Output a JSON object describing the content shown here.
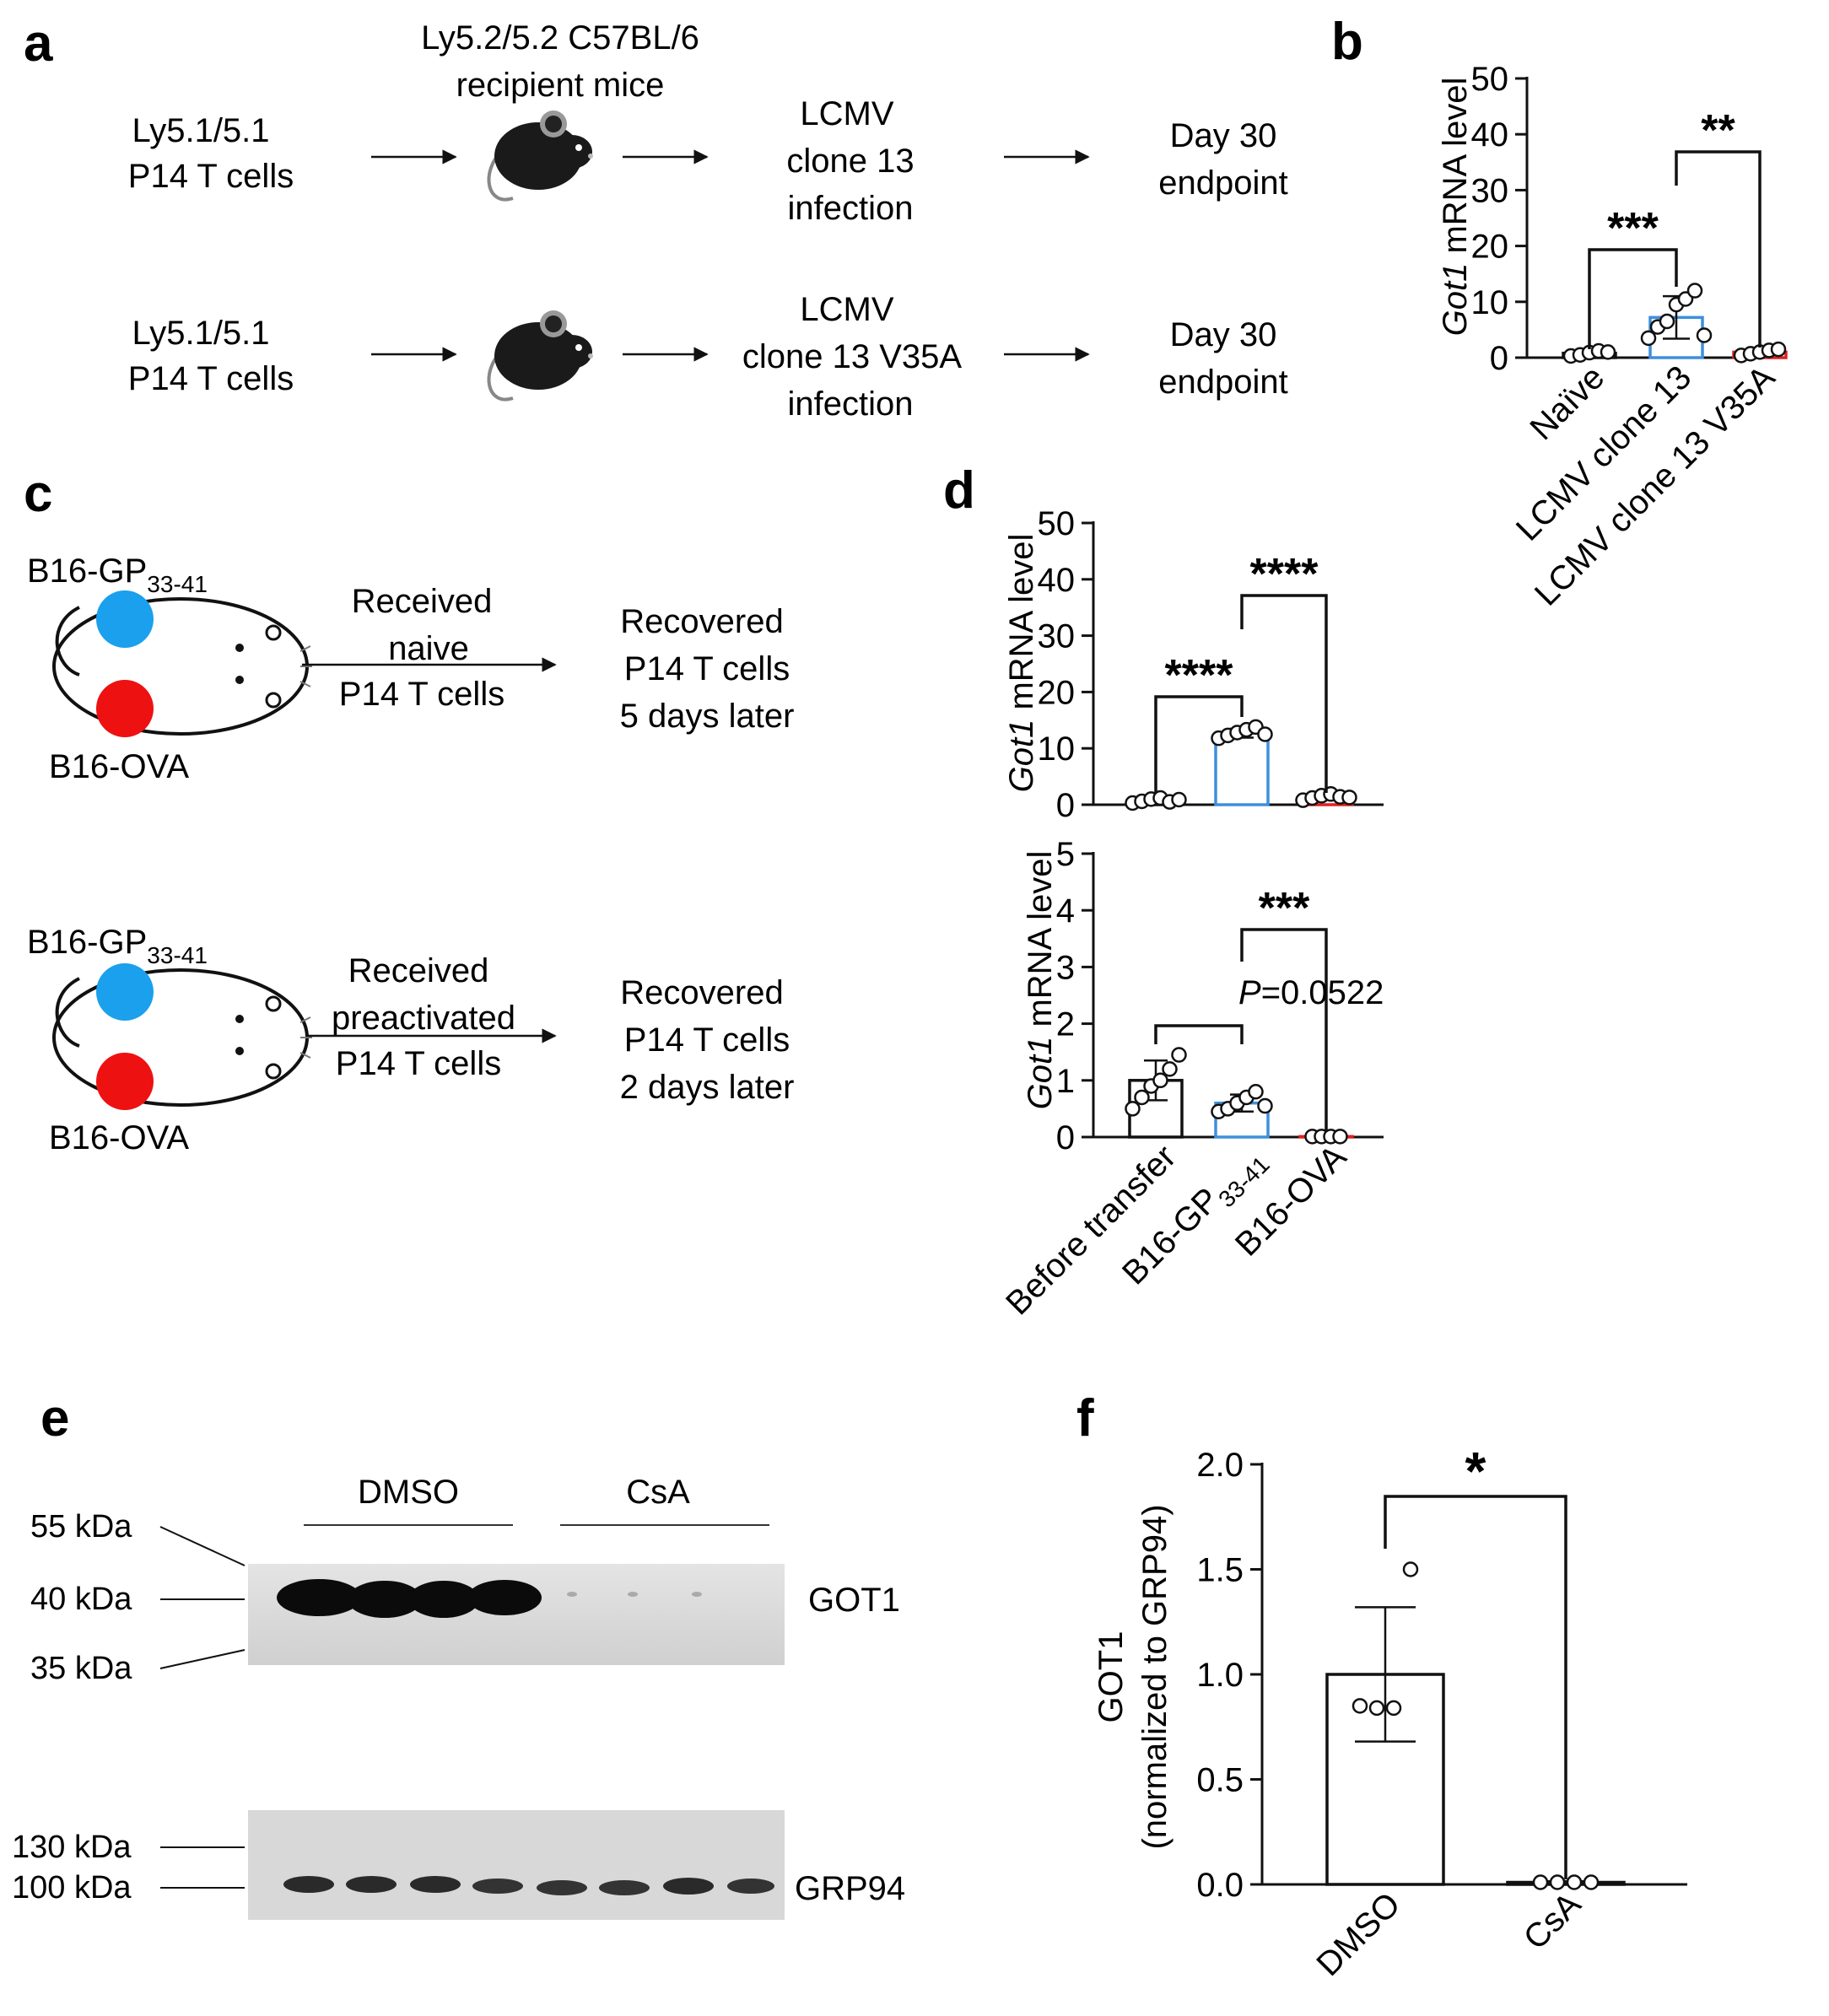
{
  "panels": {
    "a": {
      "letter": "a",
      "recipient_line1": "Ly5.2/5.2 C57BL/6",
      "recipient_line2": "recipient mice",
      "row1": {
        "cells_line1": "Ly5.1/5.1",
        "cells_line2": "P14 T cells",
        "infection": [
          "LCMV",
          "clone 13",
          "infection"
        ],
        "endpoint": [
          "Day 30",
          "endpoint"
        ]
      },
      "row2": {
        "cells_line1": "Ly5.1/5.1",
        "cells_line2": "P14 T cells",
        "infection": [
          "LCMV",
          "clone 13 V35A",
          "infection"
        ],
        "endpoint": [
          "Day 30",
          "endpoint"
        ]
      }
    },
    "b": {
      "letter": "b",
      "ylabel_italic": "Got1",
      "ylabel_rest": " mRNA level",
      "yticks": [
        "0",
        "10",
        "20",
        "30",
        "40",
        "50"
      ],
      "categories": [
        "Naïve",
        "LCMV clone 13",
        "LCMV clone 13 V35A"
      ],
      "sig": [
        "***",
        "**"
      ]
    },
    "c": {
      "letter": "c",
      "top": {
        "tumor1_main": "B16-GP",
        "tumor1_sub": "33-41",
        "tumor2": "B16-OVA",
        "arrow_label": [
          "Received",
          "naive",
          "P14 T cells"
        ],
        "result": [
          "Recovered",
          "P14 T cells",
          "5 days later"
        ]
      },
      "bottom": {
        "tumor1_main": "B16-GP",
        "tumor1_sub": "33-41",
        "tumor2": "B16-OVA",
        "arrow_label": [
          "Received",
          "preactivated",
          "P14 T cells"
        ],
        "result": [
          "Recovered",
          "P14 T cells",
          "2 days later"
        ]
      }
    },
    "d": {
      "letter": "d",
      "ylabel_italic": "Got1",
      "ylabel_rest": " mRNA level",
      "top_yticks": [
        "0",
        "10",
        "20",
        "30",
        "40",
        "50"
      ],
      "bottom_yticks": [
        "0",
        "1",
        "2",
        "3",
        "4",
        "5"
      ],
      "top_sig": [
        "****",
        "****"
      ],
      "bottom_sig_p_italic": "P",
      "bottom_sig_p_rest": "=0.0522",
      "bottom_sig2": "***",
      "categories": [
        "Before transfer",
        "B16-GP",
        "B16-OVA"
      ],
      "category2_sub": "33-41"
    },
    "e": {
      "letter": "e",
      "group1": "DMSO",
      "group2": "CsA",
      "markers_top": [
        "55 kDa",
        "40 kDa",
        "35 kDa"
      ],
      "markers_bottom": [
        "130 kDa",
        "100 kDa"
      ],
      "band_top": "GOT1",
      "band_bottom": "GRP94"
    },
    "f": {
      "letter": "f",
      "ylabel_line1": "GOT1",
      "ylabel_line2": "(normalized to GRP94)",
      "yticks": [
        "0.0",
        "0.5",
        "1.0",
        "1.5",
        "2.0"
      ],
      "categories": [
        "DMSO",
        "CsA"
      ],
      "sig": "*"
    }
  },
  "colors": {
    "blue": "#1aa0ec",
    "red": "#ee1111",
    "bar_blue": "#3e8fdc",
    "bar_red": "#e02020",
    "black": "#111111"
  },
  "chart_data": [
    {
      "panel": "b",
      "type": "bar",
      "categories": [
        "Naïve",
        "LCMV clone 13",
        "LCMV clone 13 V35A"
      ],
      "values": [
        0.8,
        7.2,
        1.0
      ],
      "errors": [
        0.6,
        3.8,
        0.6
      ],
      "points": [
        [
          0.3,
          0.5,
          0.9,
          1.2,
          1.0
        ],
        [
          3.5,
          5.5,
          6.5,
          9.5,
          10.5,
          12.0,
          4.0
        ],
        [
          0.4,
          0.7,
          1.0,
          1.3,
          1.5
        ]
      ],
      "ylabel": "Got1 mRNA level",
      "ylim": [
        0,
        50
      ]
    },
    {
      "panel": "d-top",
      "type": "bar",
      "categories": [
        "Before transfer",
        "B16-GP33-41",
        "B16-OVA"
      ],
      "values": [
        0.8,
        12.7,
        1.5
      ],
      "errors": [
        0.5,
        0.8,
        0.5
      ],
      "points": [
        [
          0.3,
          0.6,
          1.0,
          1.2,
          0.5,
          0.9
        ],
        [
          11.8,
          12.3,
          12.8,
          13.3,
          13.8,
          12.5
        ],
        [
          0.8,
          1.2,
          1.6,
          1.9,
          1.4,
          1.3
        ]
      ],
      "ylabel": "Got1 mRNA level",
      "ylim": [
        0,
        50
      ]
    },
    {
      "panel": "d-bottom",
      "type": "bar",
      "categories": [
        "Before transfer",
        "B16-GP33-41",
        "B16-OVA"
      ],
      "values": [
        1.0,
        0.6,
        0.01
      ],
      "errors": [
        0.35,
        0.15,
        0.01
      ],
      "points": [
        [
          0.5,
          0.7,
          0.9,
          1.0,
          1.2,
          1.45
        ],
        [
          0.45,
          0.5,
          0.6,
          0.7,
          0.8,
          0.55
        ],
        [
          0.01,
          0.01,
          0.01,
          0.01
        ]
      ],
      "ylabel": "Got1 mRNA level",
      "ylim": [
        0,
        5
      ]
    },
    {
      "panel": "f",
      "type": "bar",
      "categories": [
        "DMSO",
        "CsA"
      ],
      "values": [
        1.0,
        0.01
      ],
      "errors": [
        0.32,
        0.005
      ],
      "points": [
        [
          0.85,
          0.84,
          0.84,
          1.5
        ],
        [
          0.01,
          0.01,
          0.01,
          0.01
        ]
      ],
      "ylabel": "GOT1 (normalized to GRP94)",
      "ylim": [
        0,
        2.0
      ]
    }
  ]
}
